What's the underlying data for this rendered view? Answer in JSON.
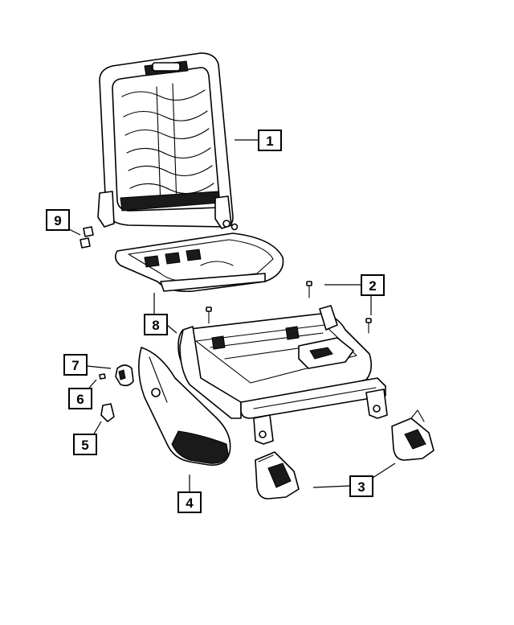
{
  "callouts": [
    {
      "id": "1",
      "label": "1"
    },
    {
      "id": "2",
      "label": "2"
    },
    {
      "id": "3",
      "label": "3"
    },
    {
      "id": "4",
      "label": "4"
    },
    {
      "id": "5",
      "label": "5"
    },
    {
      "id": "6",
      "label": "6"
    },
    {
      "id": "7",
      "label": "7"
    },
    {
      "id": "8",
      "label": "8"
    },
    {
      "id": "9",
      "label": "9"
    }
  ],
  "colors": {
    "line": "#000000",
    "background": "#ffffff",
    "shadow": "#1a1a1a"
  }
}
